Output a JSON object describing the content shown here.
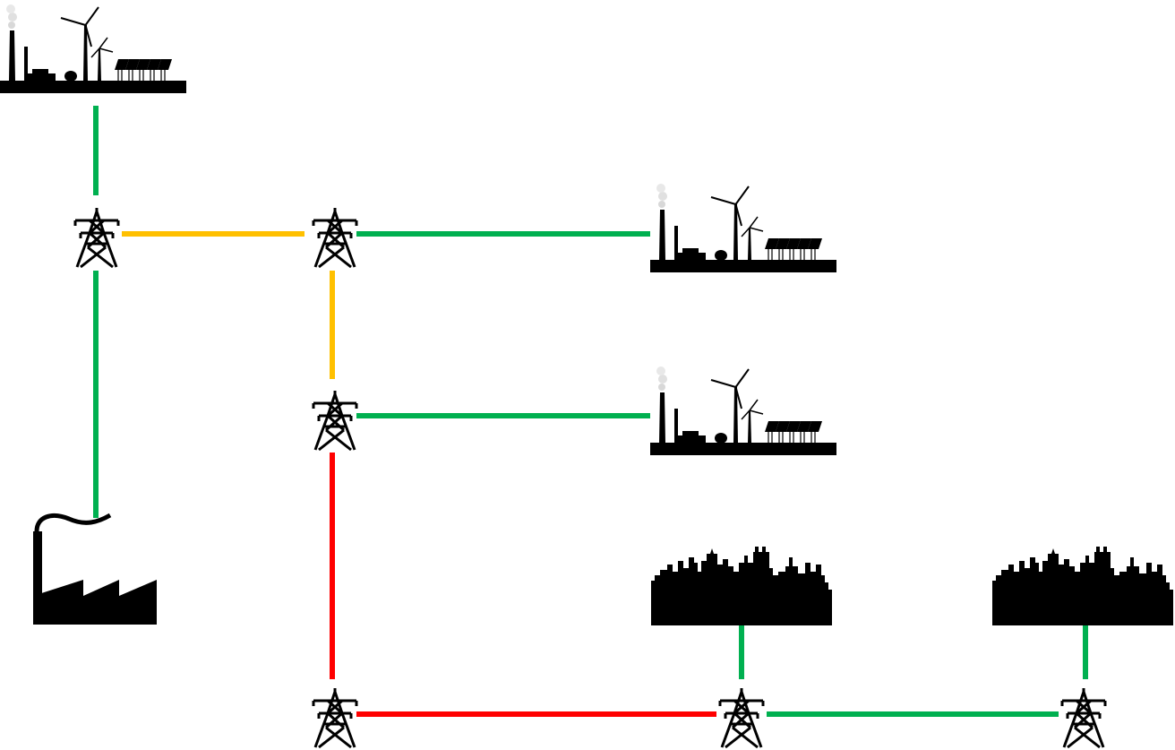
{
  "colors": {
    "healthy": "#00b050",
    "warning": "#ffc000",
    "critical": "#ff0000",
    "icon": "#000000",
    "smoke": "#d0d0d0"
  },
  "legend_meaning": {
    "healthy": "green",
    "warning": "yellow",
    "critical": "red"
  },
  "nodes": [
    {
      "id": "plant-1",
      "type": "power-plant",
      "icon": "power-plant-icon"
    },
    {
      "id": "plant-2",
      "type": "power-plant",
      "icon": "power-plant-icon"
    },
    {
      "id": "plant-3",
      "type": "power-plant",
      "icon": "power-plant-icon"
    },
    {
      "id": "factory-1",
      "type": "factory",
      "icon": "factory-icon"
    },
    {
      "id": "city-1",
      "type": "city",
      "icon": "city-skyline-icon"
    },
    {
      "id": "city-2",
      "type": "city",
      "icon": "city-skyline-icon"
    },
    {
      "id": "tower-1",
      "type": "transmission-tower",
      "icon": "transmission-tower-icon"
    },
    {
      "id": "tower-2",
      "type": "transmission-tower",
      "icon": "transmission-tower-icon"
    },
    {
      "id": "tower-3",
      "type": "transmission-tower",
      "icon": "transmission-tower-icon"
    },
    {
      "id": "tower-4",
      "type": "transmission-tower",
      "icon": "transmission-tower-icon"
    },
    {
      "id": "tower-5",
      "type": "transmission-tower",
      "icon": "transmission-tower-icon"
    },
    {
      "id": "tower-6",
      "type": "transmission-tower",
      "icon": "transmission-tower-icon"
    }
  ],
  "links": [
    {
      "from": "plant-1",
      "to": "tower-1",
      "status": "healthy"
    },
    {
      "from": "tower-1",
      "to": "factory-1",
      "status": "healthy"
    },
    {
      "from": "tower-1",
      "to": "tower-2",
      "status": "warning"
    },
    {
      "from": "tower-2",
      "to": "plant-2",
      "status": "healthy"
    },
    {
      "from": "tower-2",
      "to": "tower-3",
      "status": "warning"
    },
    {
      "from": "tower-3",
      "to": "plant-3",
      "status": "healthy"
    },
    {
      "from": "tower-3",
      "to": "tower-4",
      "status": "critical"
    },
    {
      "from": "tower-4",
      "to": "tower-5",
      "status": "critical"
    },
    {
      "from": "tower-5",
      "to": "city-1",
      "status": "healthy"
    },
    {
      "from": "tower-5",
      "to": "tower-6",
      "status": "healthy"
    },
    {
      "from": "tower-6",
      "to": "city-2",
      "status": "healthy"
    }
  ]
}
